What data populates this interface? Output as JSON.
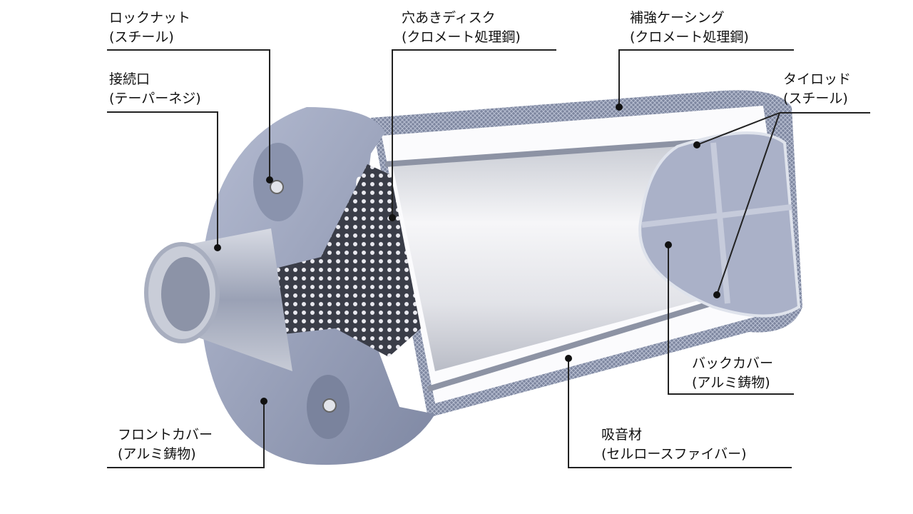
{
  "labels": {
    "lock_nut": {
      "name": "ロックナット",
      "material": "(スチール)"
    },
    "connection_port": {
      "name": "接続口",
      "material": "(テーパーネジ)"
    },
    "perforated_disc": {
      "name": "穴あきディスク",
      "material": "(クロメート処理鋼)"
    },
    "reinforced_casing": {
      "name": "補強ケーシング",
      "material": "(クロメート処理鋼)"
    },
    "tie_rod": {
      "name": "タイロッド",
      "material": "(スチール)"
    },
    "back_cover": {
      "name": "バックカバー",
      "material": "(アルミ鋳物)"
    },
    "sound_absorber": {
      "name": "吸音材",
      "material": "(セルロースファイバー)"
    },
    "front_cover": {
      "name": "フロントカバー",
      "material": "(アルミ鋳物)"
    }
  },
  "colors": {
    "leader": "#222222",
    "metal": "#9aa3bd",
    "mesh": "#6f7891"
  }
}
